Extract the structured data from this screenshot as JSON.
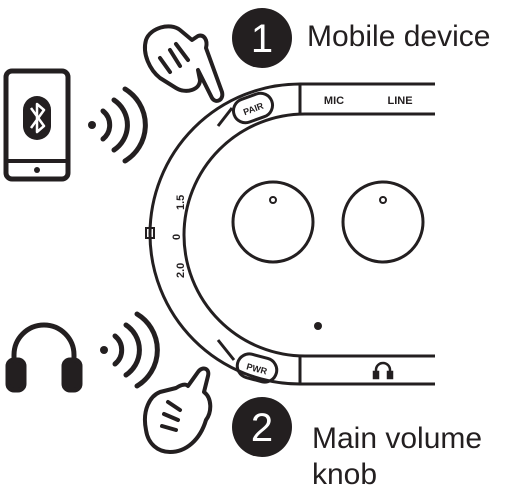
{
  "callouts": [
    {
      "number": "1",
      "label": "Mobile device"
    },
    {
      "number": "2",
      "label_line1": "Main volume",
      "label_line2": "knob"
    }
  ],
  "panel": {
    "left_button": "PAIR",
    "right_button": "PWR",
    "input_labels": [
      "MIC",
      "LINE"
    ],
    "edge_marks": [
      "1.5",
      "0",
      "2.0"
    ],
    "jack_symbol": "headphones"
  },
  "icons": {
    "phone": "bluetooth-phone-icon",
    "phone_waves": "wireless-signal-icon",
    "headphones": "headphones-icon",
    "headphone_waves": "wireless-signal-icon",
    "hand_top": "pointing-hand-icon",
    "hand_bottom": "pointing-hand-icon"
  },
  "colors": {
    "ink": "#231f20",
    "paper": "#ffffff"
  }
}
